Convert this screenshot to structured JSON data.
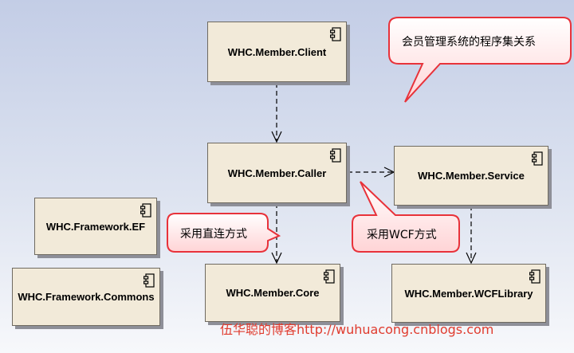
{
  "components": {
    "client": "WHC.Member.Client",
    "caller": "WHC.Member.Caller",
    "service": "WHC.Member.Service",
    "framework_ef": "WHC.Framework.EF",
    "framework_commons": "WHC.Framework.Commons",
    "core": "WHC.Member.Core",
    "wcf_library": "WHC.Member.WCFLibrary"
  },
  "callouts": {
    "title": "会员管理系统的程序集关系",
    "direct": "采用直连方式",
    "wcf": "采用WCF方式"
  },
  "watermark": "伍华聪的博客http://wuhuacong.cnblogs.com",
  "colors": {
    "box_fill": "#f2ead9",
    "callout_fill": "#ffe8e8",
    "callout_border": "#e8323a",
    "watermark": "#e03b2e"
  }
}
